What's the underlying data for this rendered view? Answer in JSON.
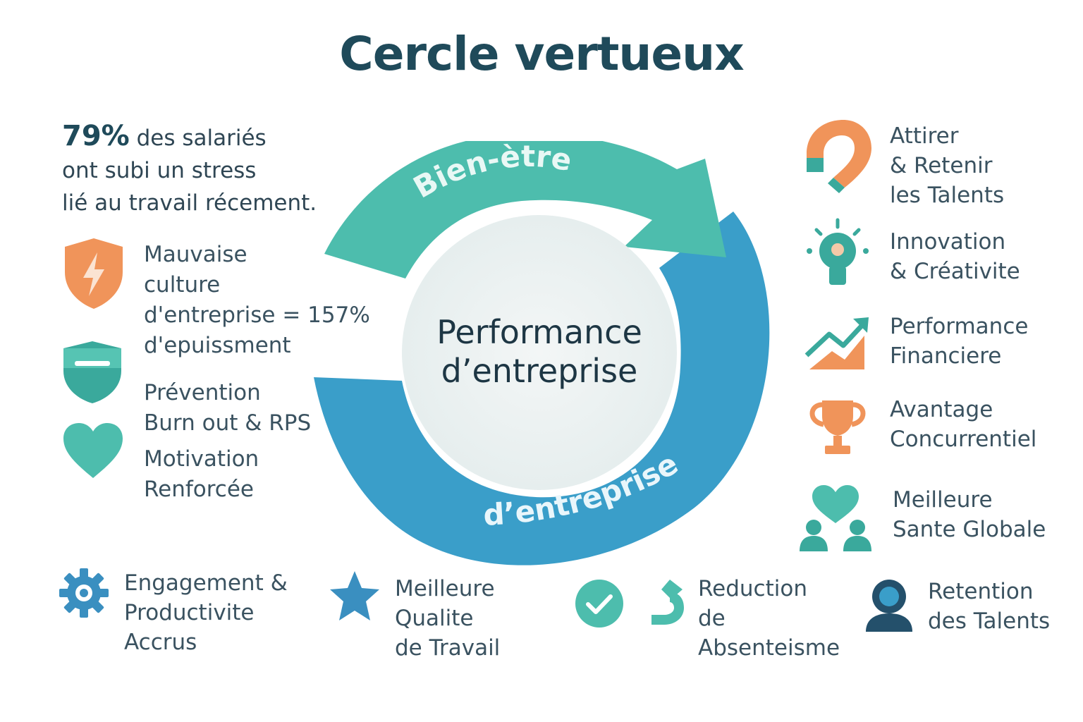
{
  "title": "Cercle vertueux",
  "stat": {
    "percent": "79%",
    "line1": "des salariés",
    "line2": "ont subi un stress",
    "line3": "lié au travail récement."
  },
  "cycle": {
    "arc_top": "Bien-ètre",
    "arc_bottom": "d’entreprise",
    "center_line1": "Performance",
    "center_line2": "d’entreprise"
  },
  "left_items": [
    {
      "icon": "shield-lightning-icon",
      "lines": [
        "Mauvaise",
        "culture",
        "d'entreprise = 157%",
        "d'epuissment"
      ]
    },
    {
      "icon": "shield-minus-icon",
      "lines": [
        "Prévention",
        "Burn out & RPS"
      ]
    },
    {
      "icon": "heart-icon",
      "lines": [
        "Motivation",
        "Renforcée"
      ]
    }
  ],
  "right_items": [
    {
      "icon": "magnet-icon",
      "lines": [
        "Attirer",
        "& Retenir",
        "les Talents"
      ]
    },
    {
      "icon": "lightbulb-icon",
      "lines": [
        "Innovation",
        "& Créativite"
      ]
    },
    {
      "icon": "chart-growth-icon",
      "lines": [
        "Performance",
        "Financiere"
      ]
    },
    {
      "icon": "trophy-icon",
      "lines": [
        "Avantage",
        "Concurrentiel"
      ]
    },
    {
      "icon": "people-heart-icon",
      "lines": [
        "Meilleure",
        "Sante Globale"
      ]
    }
  ],
  "bottom_items": [
    {
      "icon": "gear-icon",
      "lines": [
        "Engagement &",
        "Productivite",
        "Accrus"
      ]
    },
    {
      "icon": "star-icon",
      "lines": [
        "Meilleure",
        "Qualite",
        "de Travail"
      ]
    },
    {
      "icon": "check-circle-icon",
      "lines": []
    },
    {
      "icon": "return-arrow-icon",
      "lines": [
        "Reduction",
        "de",
        "Absenteisme"
      ]
    },
    {
      "icon": "user-icon",
      "lines": [
        "Retention",
        "des Talents"
      ]
    }
  ],
  "colors": {
    "teal": "#4dbdad",
    "blue": "#3a9ec9",
    "orange": "#f0945a",
    "dark": "#1f4a5a",
    "navy": "#24506b"
  }
}
